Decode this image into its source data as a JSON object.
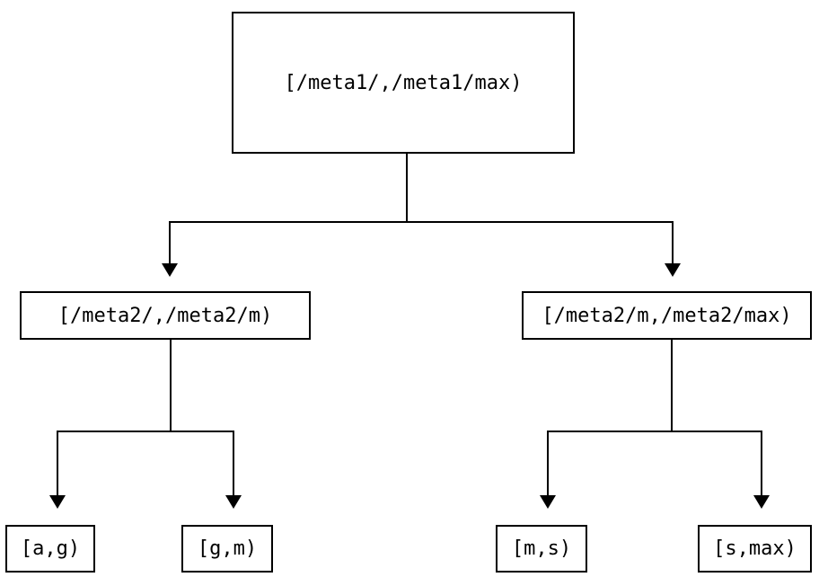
{
  "diagram": {
    "type": "binary-interval-partition-tree",
    "colors": {
      "line": "#000000",
      "text": "#000000",
      "background": "#ffffff"
    },
    "nodes": {
      "root": {
        "label": "[/meta1/,/meta1/max)"
      },
      "meta2_left": {
        "label": "[/meta2/,/meta2/m)"
      },
      "meta2_right": {
        "label": "[/meta2/m,/meta2/max)"
      },
      "leaf_ag": {
        "label": "[a,g)"
      },
      "leaf_gm": {
        "label": "[g,m)"
      },
      "leaf_ms": {
        "label": "[m,s)"
      },
      "leaf_smax": {
        "label": "[s,max)"
      }
    },
    "edges": [
      {
        "from": "root",
        "to": "meta2_left"
      },
      {
        "from": "root",
        "to": "meta2_right"
      },
      {
        "from": "meta2_left",
        "to": "leaf_ag"
      },
      {
        "from": "meta2_left",
        "to": "leaf_gm"
      },
      {
        "from": "meta2_right",
        "to": "leaf_ms"
      },
      {
        "from": "meta2_right",
        "to": "leaf_smax"
      }
    ]
  }
}
